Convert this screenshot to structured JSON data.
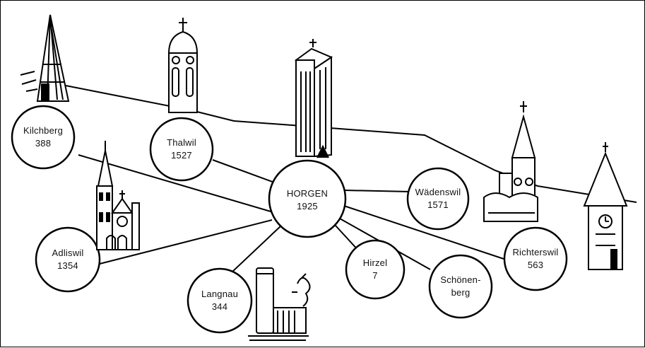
{
  "center": {
    "name": "HORGEN",
    "value": "1925"
  },
  "nodes": [
    {
      "id": "kilchberg",
      "name": "Kilchberg",
      "value": "388"
    },
    {
      "id": "thalwil",
      "name": "Thalwil",
      "value": "1527"
    },
    {
      "id": "adliswil",
      "name": "Adliswil",
      "value": "1354"
    },
    {
      "id": "langnau",
      "name": "Langnau",
      "value": "344"
    },
    {
      "id": "hirzel",
      "name": "Hirzel",
      "value": "7"
    },
    {
      "id": "schoenenberg",
      "name": "Schönen-",
      "value": "berg"
    },
    {
      "id": "waedenswil",
      "name": "Wädenswil",
      "value": "1571"
    },
    {
      "id": "richterswil",
      "name": "Richterswil",
      "value": "563"
    }
  ],
  "colors": {
    "ink": "#000000",
    "paper": "#ffffff"
  },
  "icons": [
    "kilchberg-church-icon",
    "thalwil-tower-icon",
    "horgen-tower-icon",
    "adliswil-church-icon",
    "langnau-building-icon",
    "waedenswil-church-icon",
    "richterswil-church-icon"
  ]
}
